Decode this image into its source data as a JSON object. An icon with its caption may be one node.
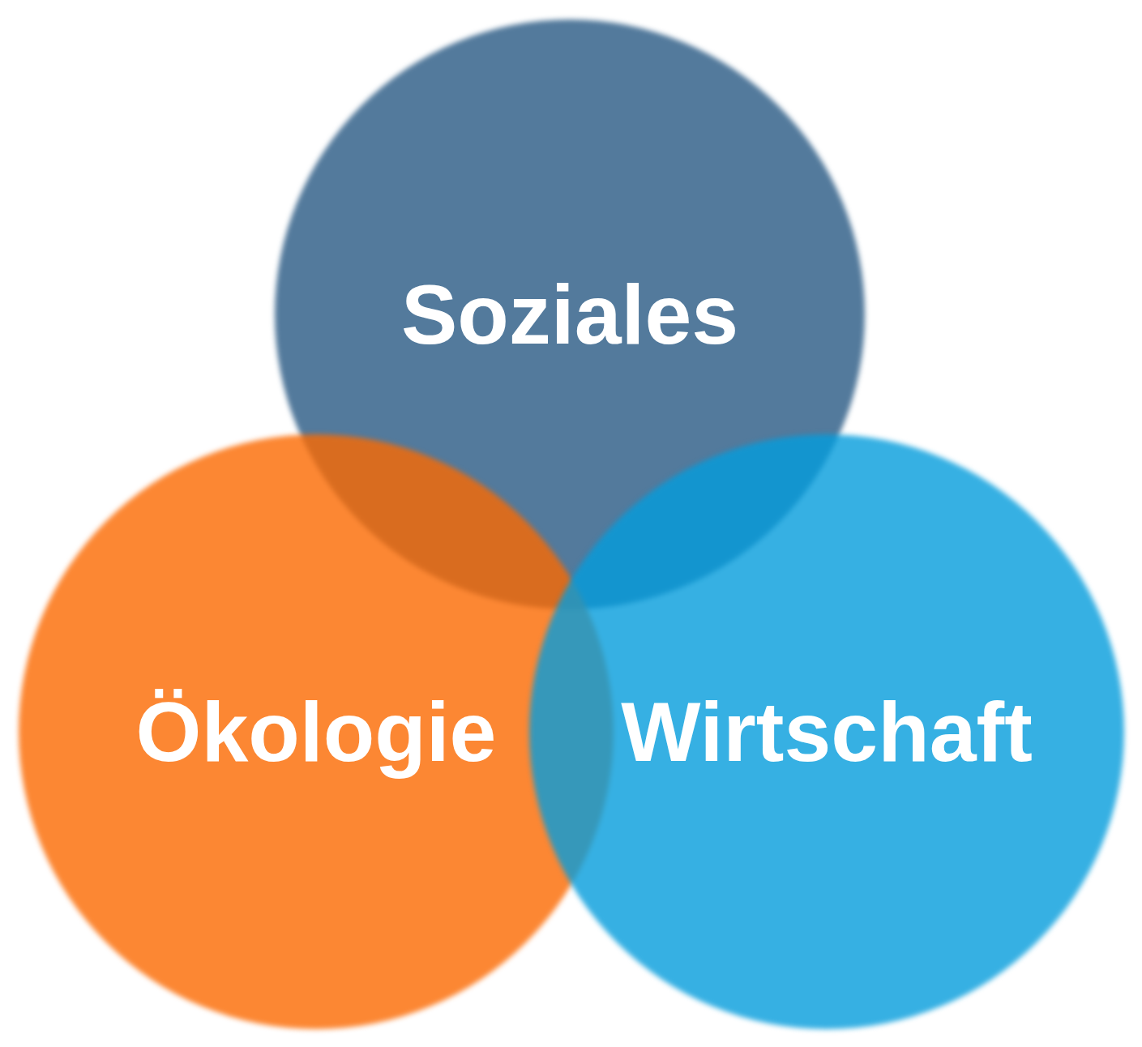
{
  "diagram": {
    "nodes": [
      {
        "text": [
          "Soziales"
        ]
      },
      {
        "text": [
          "Ökologie"
        ]
      },
      {
        "text": [
          "Wirtschaft"
        ]
      }
    ]
  }
}
